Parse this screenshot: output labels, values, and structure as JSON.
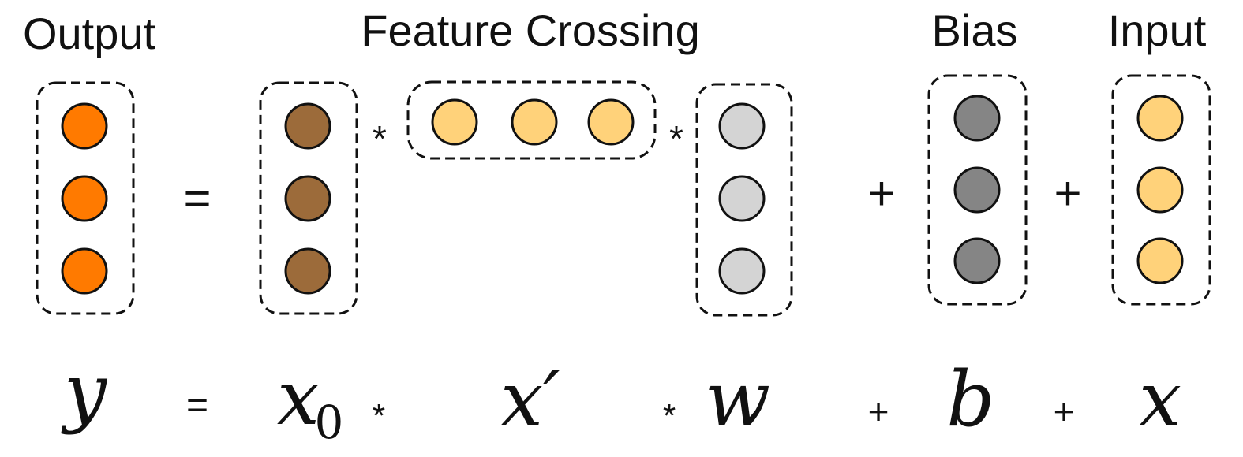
{
  "headings": {
    "output": "Output",
    "feature_crossing": "Feature Crossing",
    "bias": "Bias",
    "input": "Input"
  },
  "colors": {
    "output": "#ff7a00",
    "x0": "#9c6b3a",
    "x_prime": "#ffd27a",
    "w": "#d4d4d4",
    "bias": "#858585",
    "input": "#ffd27a"
  },
  "operators": {
    "equals": "=",
    "times": "*",
    "plus": "+"
  },
  "equation": {
    "y": "y",
    "x0_base": "x",
    "x0_sub": "0",
    "x_prime": "x′",
    "w": "w",
    "b": "b",
    "x": "x"
  }
}
